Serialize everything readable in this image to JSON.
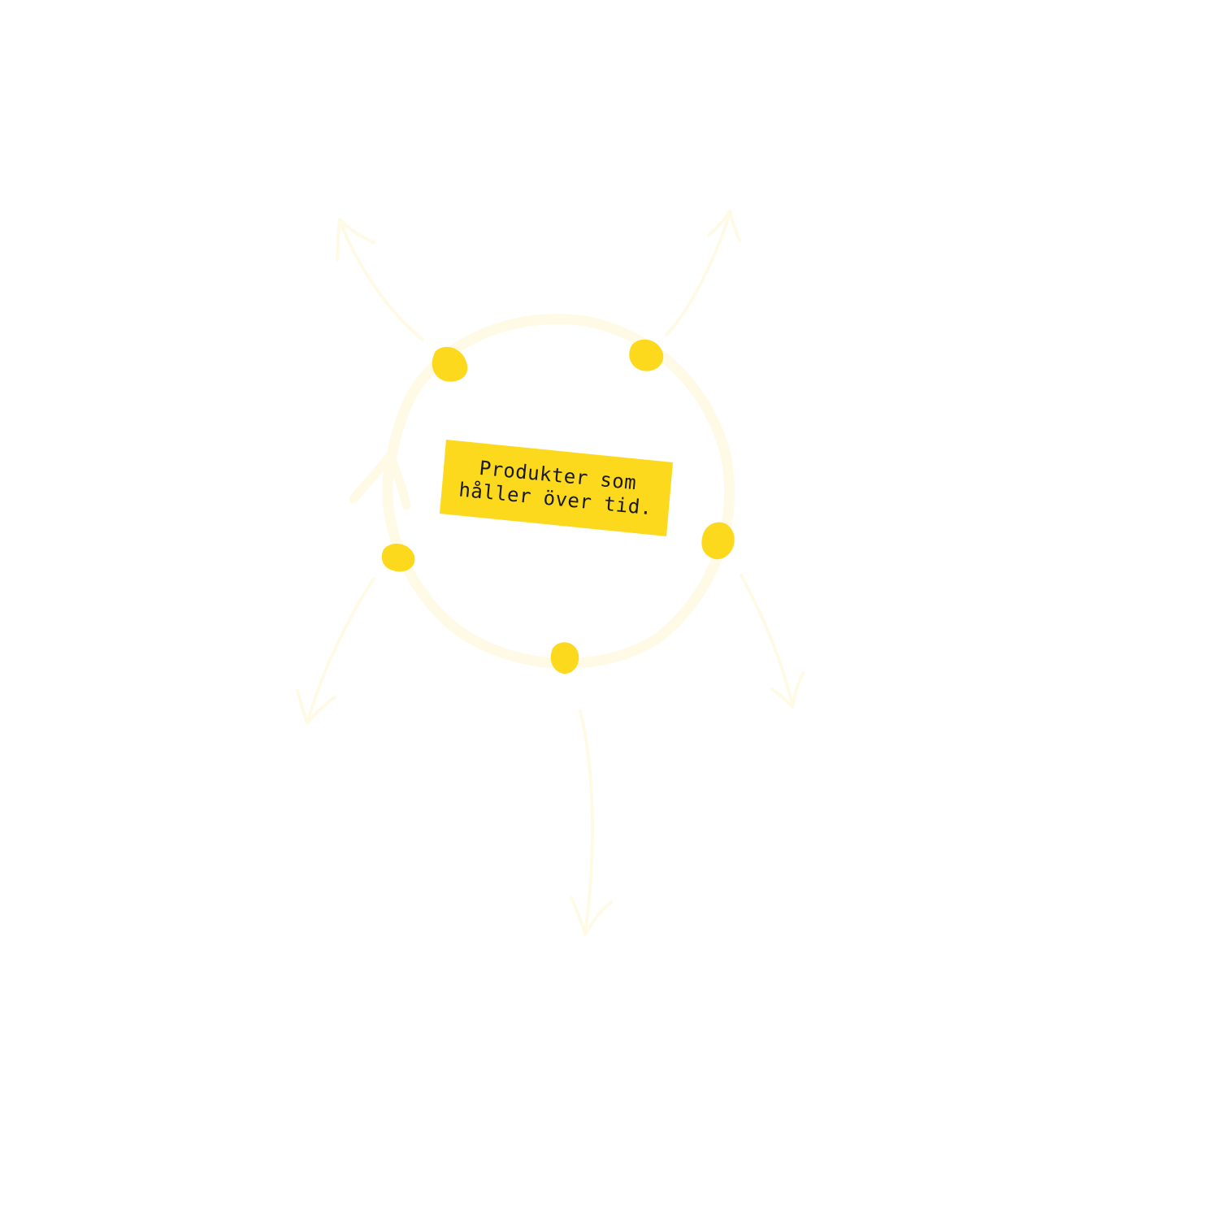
{
  "colors": {
    "background": "#ffffff",
    "accent": "#fcd91d",
    "faint": "#fffae6",
    "text": "#1a1a1a"
  },
  "center_label": {
    "line1": "Produkter som",
    "line2": "håller över tid."
  },
  "nodes": [
    {
      "name": "node-top-left"
    },
    {
      "name": "node-top-right"
    },
    {
      "name": "node-right"
    },
    {
      "name": "node-bottom"
    },
    {
      "name": "node-left"
    }
  ]
}
